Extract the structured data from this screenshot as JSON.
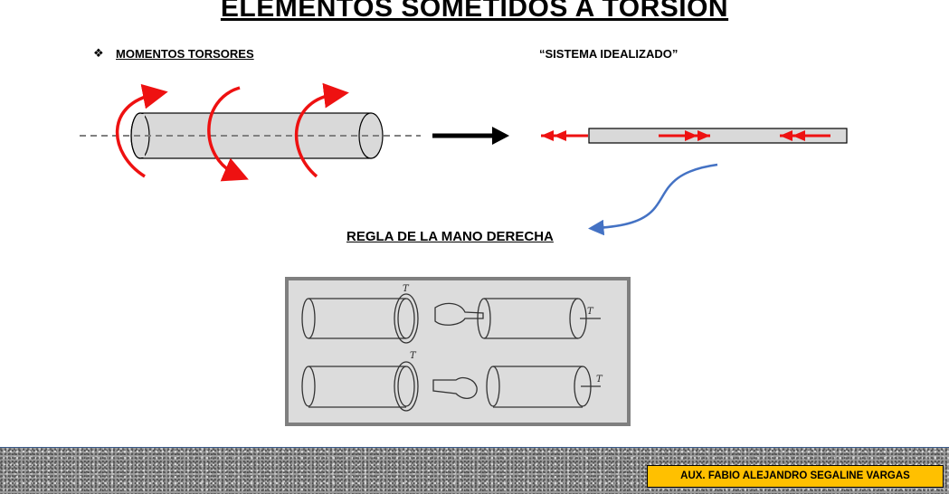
{
  "header": {
    "title": "ELEMENTOS SOMETIDOS A TORSION"
  },
  "section": {
    "bullet_glyph": "❖",
    "subtitle": "MOMENTOS TORSORES",
    "idealized_label": "“SISTEMA IDEALIZADO”",
    "rule_label": "REGLA DE LA MANO DERECHA"
  },
  "photo": {
    "torque_labels": [
      "T",
      "T",
      "T",
      "T"
    ]
  },
  "footer": {
    "credit": "AUX. FABIO ALEJANDRO SEGALINE VARGAS"
  },
  "colors": {
    "arrow_red": "#ee1111",
    "curve_blue": "#4472c4",
    "cylinder_fill": "#d9d9d9",
    "credit_bg": "#ffc000"
  }
}
